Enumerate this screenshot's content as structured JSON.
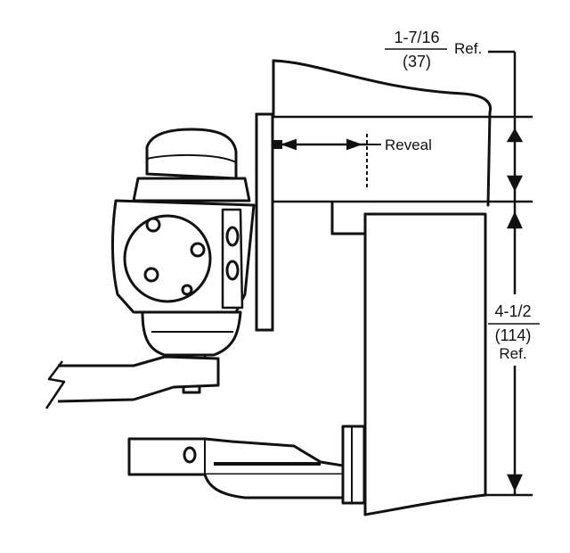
{
  "diagram": {
    "top_dimension": {
      "fraction_numerator": "1-7/16",
      "metric": "(37)",
      "suffix": "Ref."
    },
    "reveal_label": "Reveal",
    "side_dimension": {
      "fraction": "4-1/2",
      "metric": "(114)",
      "suffix": "Ref."
    }
  }
}
